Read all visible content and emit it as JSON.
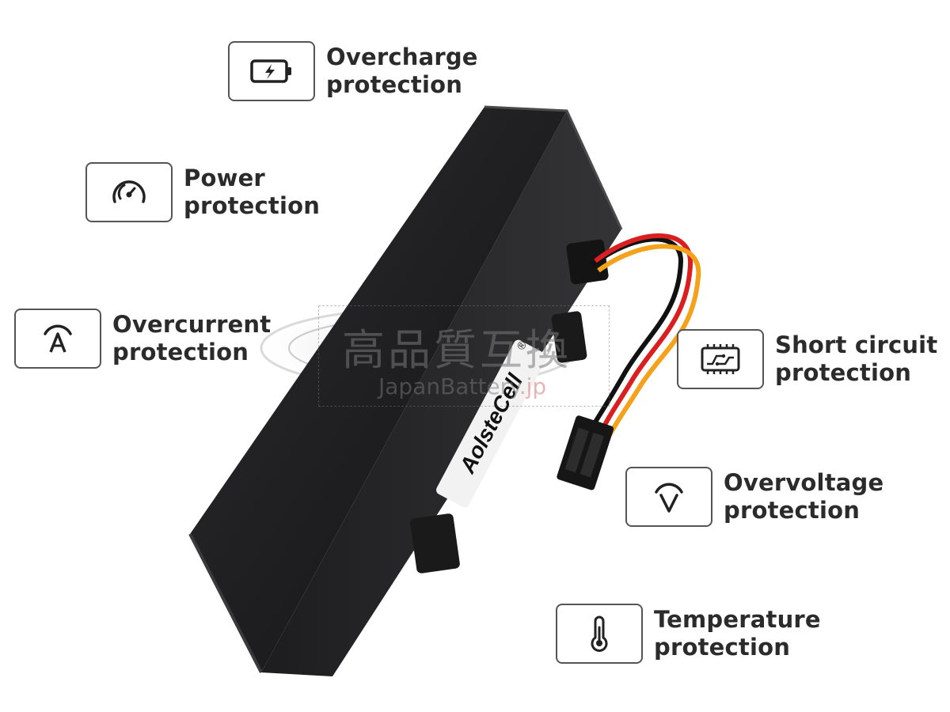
{
  "features": {
    "overcharge": {
      "line1": "Overcharge",
      "line2": "protection",
      "icon": "battery-charge-icon"
    },
    "power": {
      "line1": "Power",
      "line2": "protection",
      "icon": "gauge-icon"
    },
    "overcurrent": {
      "line1": "Overcurrent",
      "line2": "protection",
      "icon": "ampere-icon"
    },
    "short_circuit": {
      "line1": "Short circuit",
      "line2": "protection",
      "icon": "circuit-board-icon"
    },
    "overvoltage": {
      "line1": "Overvoltage",
      "line2": "protection",
      "icon": "voltage-icon"
    },
    "temperature": {
      "line1": "Temperature",
      "line2": "protection",
      "icon": "thermometer-icon"
    }
  },
  "product": {
    "brand": "AolsteCell",
    "registered": "®"
  },
  "watermark": {
    "japanese": "高品質互換",
    "site_main": "JapanBattery",
    "site_tld": ".jp"
  }
}
